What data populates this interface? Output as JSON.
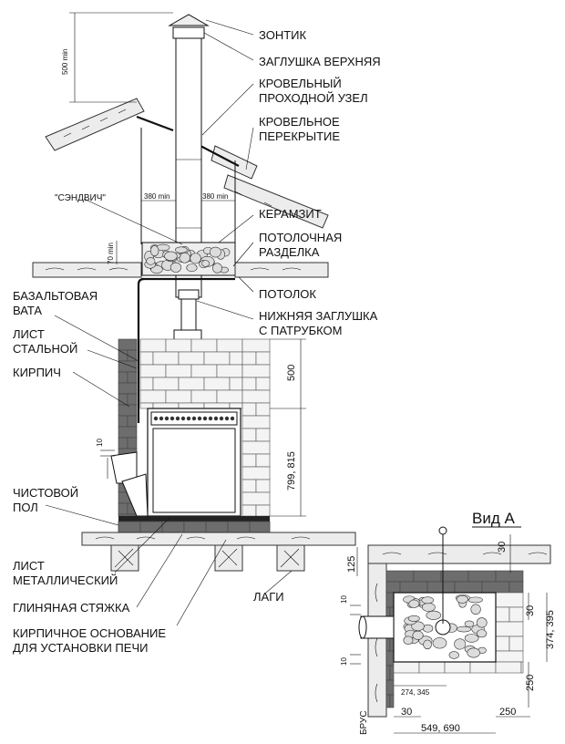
{
  "labels": {
    "umbrella": "ЗОНТИК",
    "top_cap": "ЗАГЛУШКА ВЕРХНЯЯ",
    "roof_unit_1": "КРОВЕЛЬНЫЙ",
    "roof_unit_2": "ПРОХОДНОЙ УЗЕЛ",
    "roof_cover_1": "КРОВЕЛЬНОЕ",
    "roof_cover_2": "ПЕРЕКРЫТИЕ",
    "sandwich": "\"СЭНДВИЧ\"",
    "expanded_clay": "КЕРАМЗИТ",
    "ceiling_cut_1": "ПОТОЛОЧНАЯ",
    "ceiling_cut_2": "РАЗДЕЛКА",
    "ceiling": "ПОТОЛОК",
    "bottom_cap_1": "НИЖНЯЯ ЗАГЛУШКА",
    "bottom_cap_2": "С ПАТРУБКОМ",
    "basalt_1": "БАЗАЛЬТОВАЯ",
    "basalt_2": "ВАТА",
    "steel_1": "ЛИСТ",
    "steel_2": "СТАЛЬНОЙ",
    "brick": "КИРПИЧ",
    "finish_floor_1": "ЧИСТОВОЙ",
    "finish_floor_2": "ПОЛ",
    "metal_sheet_1": "ЛИСТ",
    "metal_sheet_2": "МЕТАЛЛИЧЕСКИЙ",
    "clay_screed": "ГЛИНЯНАЯ СТЯЖКА",
    "brick_base_1": "КИРПИЧНОЕ ОСНОВАНИЕ",
    "brick_base_2": "ДЛЯ УСТАНОВКИ ПЕЧИ",
    "joists": "ЛАГИ",
    "view_a": "Вид А",
    "beam": "БРУС"
  },
  "dimensions": {
    "d500min": "500 min",
    "d380a": "380 min",
    "d380b": "380 min",
    "d70min": "70 min",
    "d500": "500",
    "d799": "799, 815",
    "d10a": "10",
    "d125": "125",
    "d30a": "30",
    "d10b": "10",
    "d10c": "10",
    "d30b": "30",
    "d374": "374, 395",
    "d250a": "250",
    "d274": "274, 345",
    "d30c": "30",
    "d250b": "250",
    "d549": "549, 690"
  }
}
